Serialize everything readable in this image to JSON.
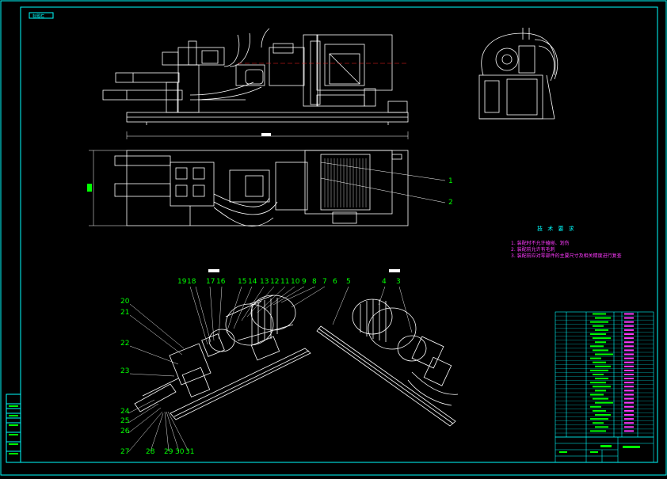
{
  "title_tag": "标题栏",
  "tech_title": "技 术 要 求",
  "tech_notes": [
    "1. 装配时不允许磕碰、划伤",
    "2. 装配前允许有毛刺",
    "3. 装配前应对零部件的主要尺寸及相关精度进行复查"
  ],
  "side_labels": [
    "1",
    "2"
  ],
  "callouts_top": [
    "19",
    "18",
    "17",
    "16",
    "15",
    "14",
    "13",
    "12",
    "11",
    "10",
    "9",
    "8",
    "7",
    "6",
    "5",
    "4",
    "3"
  ],
  "callouts_left": [
    "20",
    "21",
    "22",
    "23",
    "24",
    "25",
    "26",
    "27",
    "28",
    "29",
    "30",
    "31"
  ],
  "colors": {
    "frame": "#00ffff",
    "line": "#ffffff",
    "label": "#00ff00",
    "note": "#ff3aff",
    "red": "#ff2020",
    "yellow": "#ffff00"
  }
}
